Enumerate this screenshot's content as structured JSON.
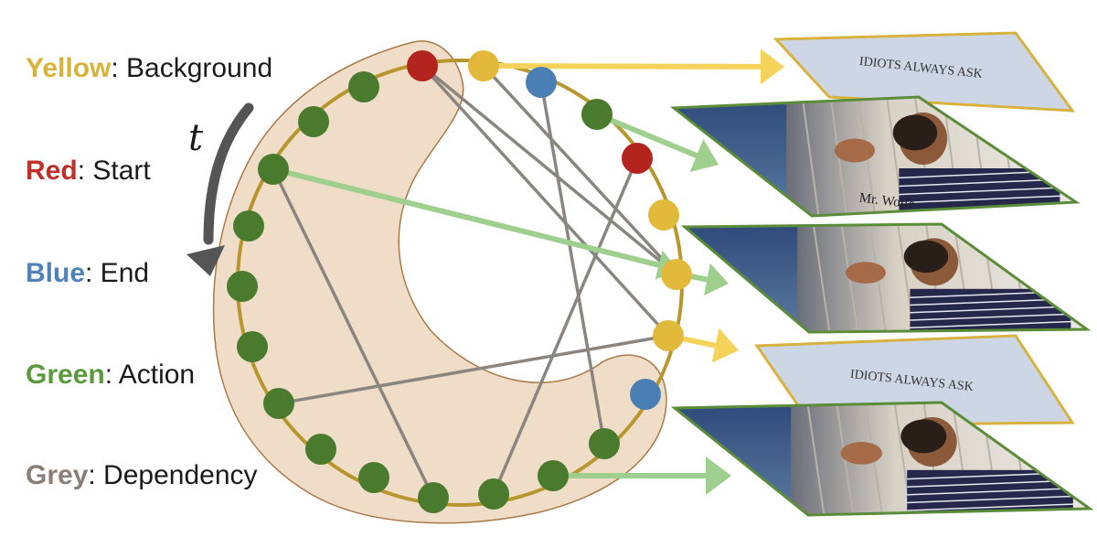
{
  "legend": [
    {
      "key": "Yellow",
      "text": ": Background",
      "color": "#d9b23a"
    },
    {
      "key": "Red",
      "text": ": Start",
      "color": "#c0302b"
    },
    {
      "key": "Blue",
      "text": ": End",
      "color": "#4f83b8"
    },
    {
      "key": "Green",
      "text": ": Action",
      "color": "#5a9a3c"
    },
    {
      "key": "Grey",
      "text": ": Dependency",
      "color": "#8a7f78"
    }
  ],
  "time_label": "t",
  "frames": [
    {
      "type": "text-card",
      "caption": "IDIOTS ALWAYS ASK"
    },
    {
      "type": "video-frame",
      "overlay": "Mr. Wolfe"
    },
    {
      "type": "video-frame",
      "overlay": ""
    },
    {
      "type": "text-card",
      "caption": "IDIOTS ALWAYS ASK"
    },
    {
      "type": "video-frame",
      "overlay": ""
    }
  ],
  "colors": {
    "yellow_node": "#e2b93b",
    "red_node": "#b3241e",
    "blue_node": "#4a7fb5",
    "green_node": "#4a7a2e",
    "ring": "#b8962e",
    "grey_edge": "#8b8580",
    "region_fill": "#f0ddc8",
    "region_stroke": "#a87a4a",
    "yellow_arrow": "#f5d35a",
    "green_arrow": "#9fcf8f",
    "card_fill": "#cdd6e4",
    "card_border": "#d8b240",
    "frame_border": "#5a8c3a"
  }
}
